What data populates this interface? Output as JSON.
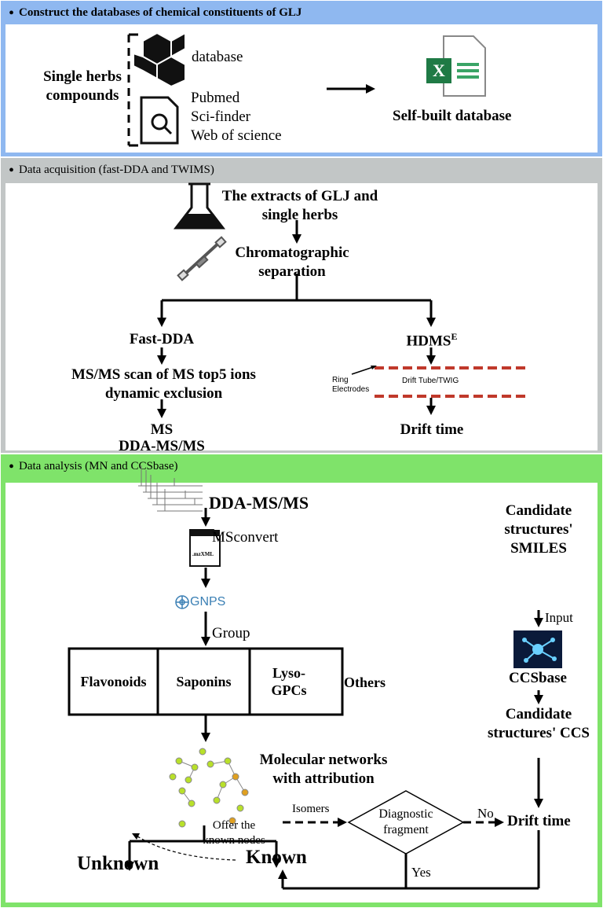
{
  "section1": {
    "title": "Construct the databases of chemical constituents of GLJ",
    "left_label": "Single herbs compounds",
    "database_label": "database",
    "lit_sources": [
      "Pubmed",
      "Sci-finder",
      "Web of science"
    ],
    "right_label": "Self-built database"
  },
  "section2": {
    "title": "Data acquisition (fast-DDA and TWIMS)",
    "extracts": "The extracts of GLJ and single herbs",
    "chrom": "Chromatographic separation",
    "fastdda": "Fast-DDA",
    "hdms": "HDMS",
    "hdms_sup": "E",
    "msms_scan": "MS/MS scan of MS top5 ions dynamic exclusion",
    "ms": "MS",
    "dda_msms": "DDA-MS/MS",
    "ring_electrodes": "Ring Electrodes",
    "drift_tube": "Drift Tube/TWIG",
    "drift_time": "Drift time"
  },
  "section3": {
    "title": "Data analysis (MN and CCSbase)",
    "dda_msms": "DDA-MS/MS",
    "msconvert": "MSconvert",
    "file_label": ".mzXML",
    "gnps": "GNPS",
    "group": "Group",
    "categories": [
      "Flavonoids",
      "Saponins",
      "Lyso-GPCs",
      "Others"
    ],
    "molecular_networks": "Molecular networks with attribution",
    "isomers": "Isomers",
    "diagnostic": "Diagnostic fragment",
    "no": "No",
    "yes": "Yes",
    "offer_nodes": "Offer the known nodes",
    "unknown": "Unknown",
    "known": "Known",
    "candidate_smiles": "Candidate structures' SMILES",
    "input": "Input",
    "ccsbase": "CCSbase",
    "candidate_ccs": "Candidate structures' CCS",
    "drift_time": "Drift time"
  },
  "colors": {
    "section1_header": "#8fb8f0",
    "section1_border": "#8fb8f0",
    "section2_header": "#c2c6c6",
    "section2_border": "#c2c6c6",
    "section3_header": "#7fe36a",
    "section3_border": "#7fe36a",
    "accent_dashed": "#c0392b",
    "gnps_blue": "#3a7fb4",
    "excel_green": "#1f7a45"
  }
}
